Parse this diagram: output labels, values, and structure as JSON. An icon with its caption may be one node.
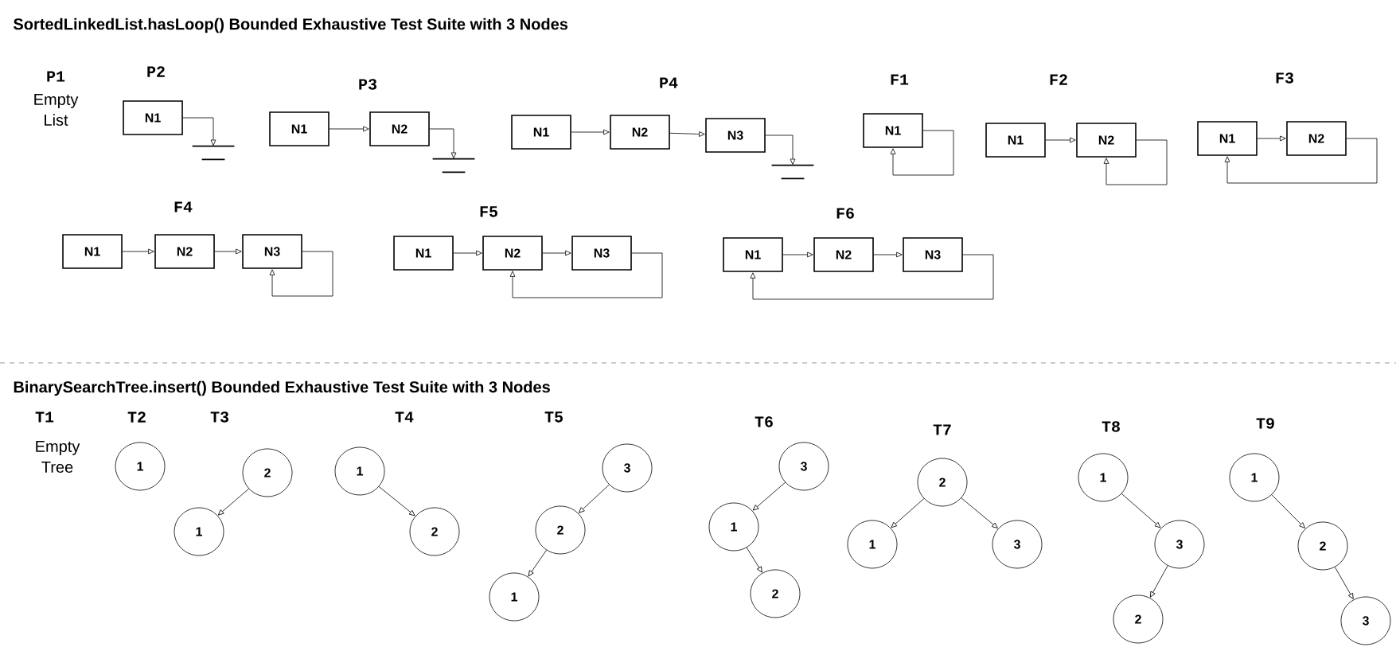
{
  "diagram": {
    "nodes": [
      {
        "text": [
          "N1"
        ]
      },
      {
        "text": [],
        "shape": "ground"
      },
      {
        "text": [
          "N1"
        ]
      },
      {
        "text": [
          "N2"
        ]
      },
      {
        "text": [],
        "shape": "ground"
      },
      {
        "text": [
          "N1"
        ]
      },
      {
        "text": [
          "N2"
        ]
      },
      {
        "text": [
          "N3"
        ]
      },
      {
        "text": [],
        "shape": "ground"
      },
      {
        "text": [
          "N1"
        ]
      },
      {
        "text": [
          "N1"
        ]
      },
      {
        "text": [
          "N2"
        ]
      },
      {
        "text": [
          "N1"
        ]
      },
      {
        "text": [
          "N2"
        ]
      },
      {
        "text": [
          "N1"
        ]
      },
      {
        "text": [
          "N2"
        ]
      },
      {
        "text": [
          "N3"
        ]
      },
      {
        "text": [
          "N1"
        ]
      },
      {
        "text": [
          "N2"
        ]
      },
      {
        "text": [
          "N3"
        ]
      },
      {
        "text": [
          "N1"
        ]
      },
      {
        "text": [
          "N2"
        ]
      },
      {
        "text": [
          "N3"
        ]
      },
      {
        "text": [
          "1"
        ]
      },
      {
        "text": [
          "2"
        ]
      },
      {
        "text": [
          "1"
        ]
      },
      {
        "text": [
          "1"
        ]
      },
      {
        "text": [
          "2"
        ]
      },
      {
        "text": [
          "3"
        ]
      },
      {
        "text": [
          "2"
        ]
      },
      {
        "text": [
          "1"
        ]
      },
      {
        "text": [
          "3"
        ]
      },
      {
        "text": [
          "1"
        ]
      },
      {
        "text": [
          "2"
        ]
      },
      {
        "text": [
          "2"
        ]
      },
      {
        "text": [
          "1"
        ]
      },
      {
        "text": [
          "3"
        ]
      },
      {
        "text": [
          "1"
        ]
      },
      {
        "text": [
          "3"
        ]
      },
      {
        "text": [
          "2"
        ]
      },
      {
        "text": [
          "1"
        ]
      },
      {
        "text": [
          "2"
        ]
      },
      {
        "text": [
          "3"
        ]
      }
    ],
    "edges": [
      {
        "from": 0,
        "to": 1,
        "arrow": "to"
      },
      {
        "from": 2,
        "to": 3,
        "arrow": "to"
      },
      {
        "from": 3,
        "to": 4,
        "arrow": "to"
      },
      {
        "from": 5,
        "to": 6,
        "arrow": "to"
      },
      {
        "from": 6,
        "to": 7,
        "arrow": "to"
      },
      {
        "from": 7,
        "to": 8,
        "arrow": "to"
      },
      {
        "from": 9,
        "to": 9,
        "arrow": "to"
      },
      {
        "from": 10,
        "to": 11,
        "arrow": "to"
      },
      {
        "from": 11,
        "to": 11,
        "arrow": "to"
      },
      {
        "from": 12,
        "to": 13,
        "arrow": "to"
      },
      {
        "from": 13,
        "to": 12,
        "arrow": "to"
      },
      {
        "from": 14,
        "to": 15,
        "arrow": "to"
      },
      {
        "from": 15,
        "to": 16,
        "arrow": "to"
      },
      {
        "from": 16,
        "to": 16,
        "arrow": "to"
      },
      {
        "from": 17,
        "to": 18,
        "arrow": "to"
      },
      {
        "from": 18,
        "to": 19,
        "arrow": "to"
      },
      {
        "from": 19,
        "to": 18,
        "arrow": "to"
      },
      {
        "from": 20,
        "to": 21,
        "arrow": "to"
      },
      {
        "from": 21,
        "to": 22,
        "arrow": "to"
      },
      {
        "from": 22,
        "to": 20,
        "arrow": "to"
      },
      {
        "from": 24,
        "to": 25,
        "arrow": "to"
      },
      {
        "from": 26,
        "to": 27,
        "arrow": "to"
      },
      {
        "from": 28,
        "to": 29,
        "arrow": "to"
      },
      {
        "from": 29,
        "to": 30,
        "arrow": "to"
      },
      {
        "from": 31,
        "to": 32,
        "arrow": "to"
      },
      {
        "from": 32,
        "to": 33,
        "arrow": "to"
      },
      {
        "from": 34,
        "to": 35,
        "arrow": "to"
      },
      {
        "from": 34,
        "to": 36,
        "arrow": "to"
      },
      {
        "from": 37,
        "to": 38,
        "arrow": "to"
      },
      {
        "from": 38,
        "to": 39,
        "arrow": "to"
      },
      {
        "from": 40,
        "to": 41,
        "arrow": "to"
      },
      {
        "from": 41,
        "to": 42,
        "arrow": "to"
      }
    ],
    "labels": [
      "SortedLinkedList.hasLoop()  Bounded Exhaustive Test Suite with 3 Nodes",
      "P1",
      "Empty List",
      "P2",
      "P3",
      "P4",
      "F1",
      "F2",
      "F3",
      "F4",
      "F5",
      "F6",
      "BinarySearchTree.insert() Bounded Exhaustive Test Suite with 3 Nodes",
      "T1",
      "T2",
      "T3",
      "T4",
      "T5",
      "T6",
      "T7",
      "T8",
      "T9",
      "Empty Tree"
    ]
  }
}
